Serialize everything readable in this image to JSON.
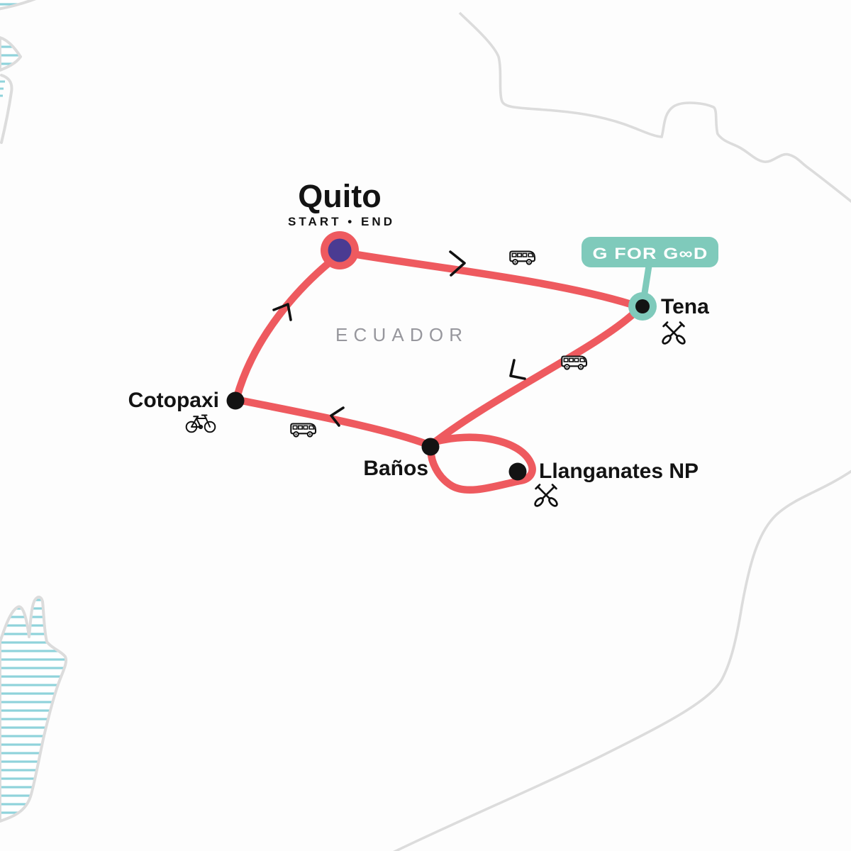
{
  "region": {
    "label": "ECUADOR"
  },
  "badge": {
    "label": "G FOR GOOD",
    "display": "G FOR G∞D"
  },
  "stops": [
    {
      "name": "Quito",
      "subtitle": "START • END",
      "kind": "start-end-marker"
    },
    {
      "name": "Tena",
      "kind": "g-for-good-stop",
      "activity_icon": "paddles-icon"
    },
    {
      "name": "Baños",
      "kind": "stop"
    },
    {
      "name": "Llanganates NP",
      "kind": "stop",
      "activity_icon": "paddles-icon"
    },
    {
      "name": "Cotopaxi",
      "kind": "stop",
      "activity_icon": "bicycle-icon"
    }
  ],
  "transport_icons": [
    {
      "icon": "bus-icon",
      "between": "Quito and Tena"
    },
    {
      "icon": "bus-icon",
      "between": "Tena and Baños"
    },
    {
      "icon": "bus-icon",
      "between": "Baños and Cotopaxi"
    }
  ],
  "colors": {
    "route": "#ee5a5f",
    "start_marker_inner": "#4a3b92",
    "g_for_good_teal": "#7fcabb",
    "stop_marker": "#131313",
    "boundary_line": "#dcdcdc",
    "water_hatch": "#8fd3db",
    "region_label": "#97979d"
  }
}
